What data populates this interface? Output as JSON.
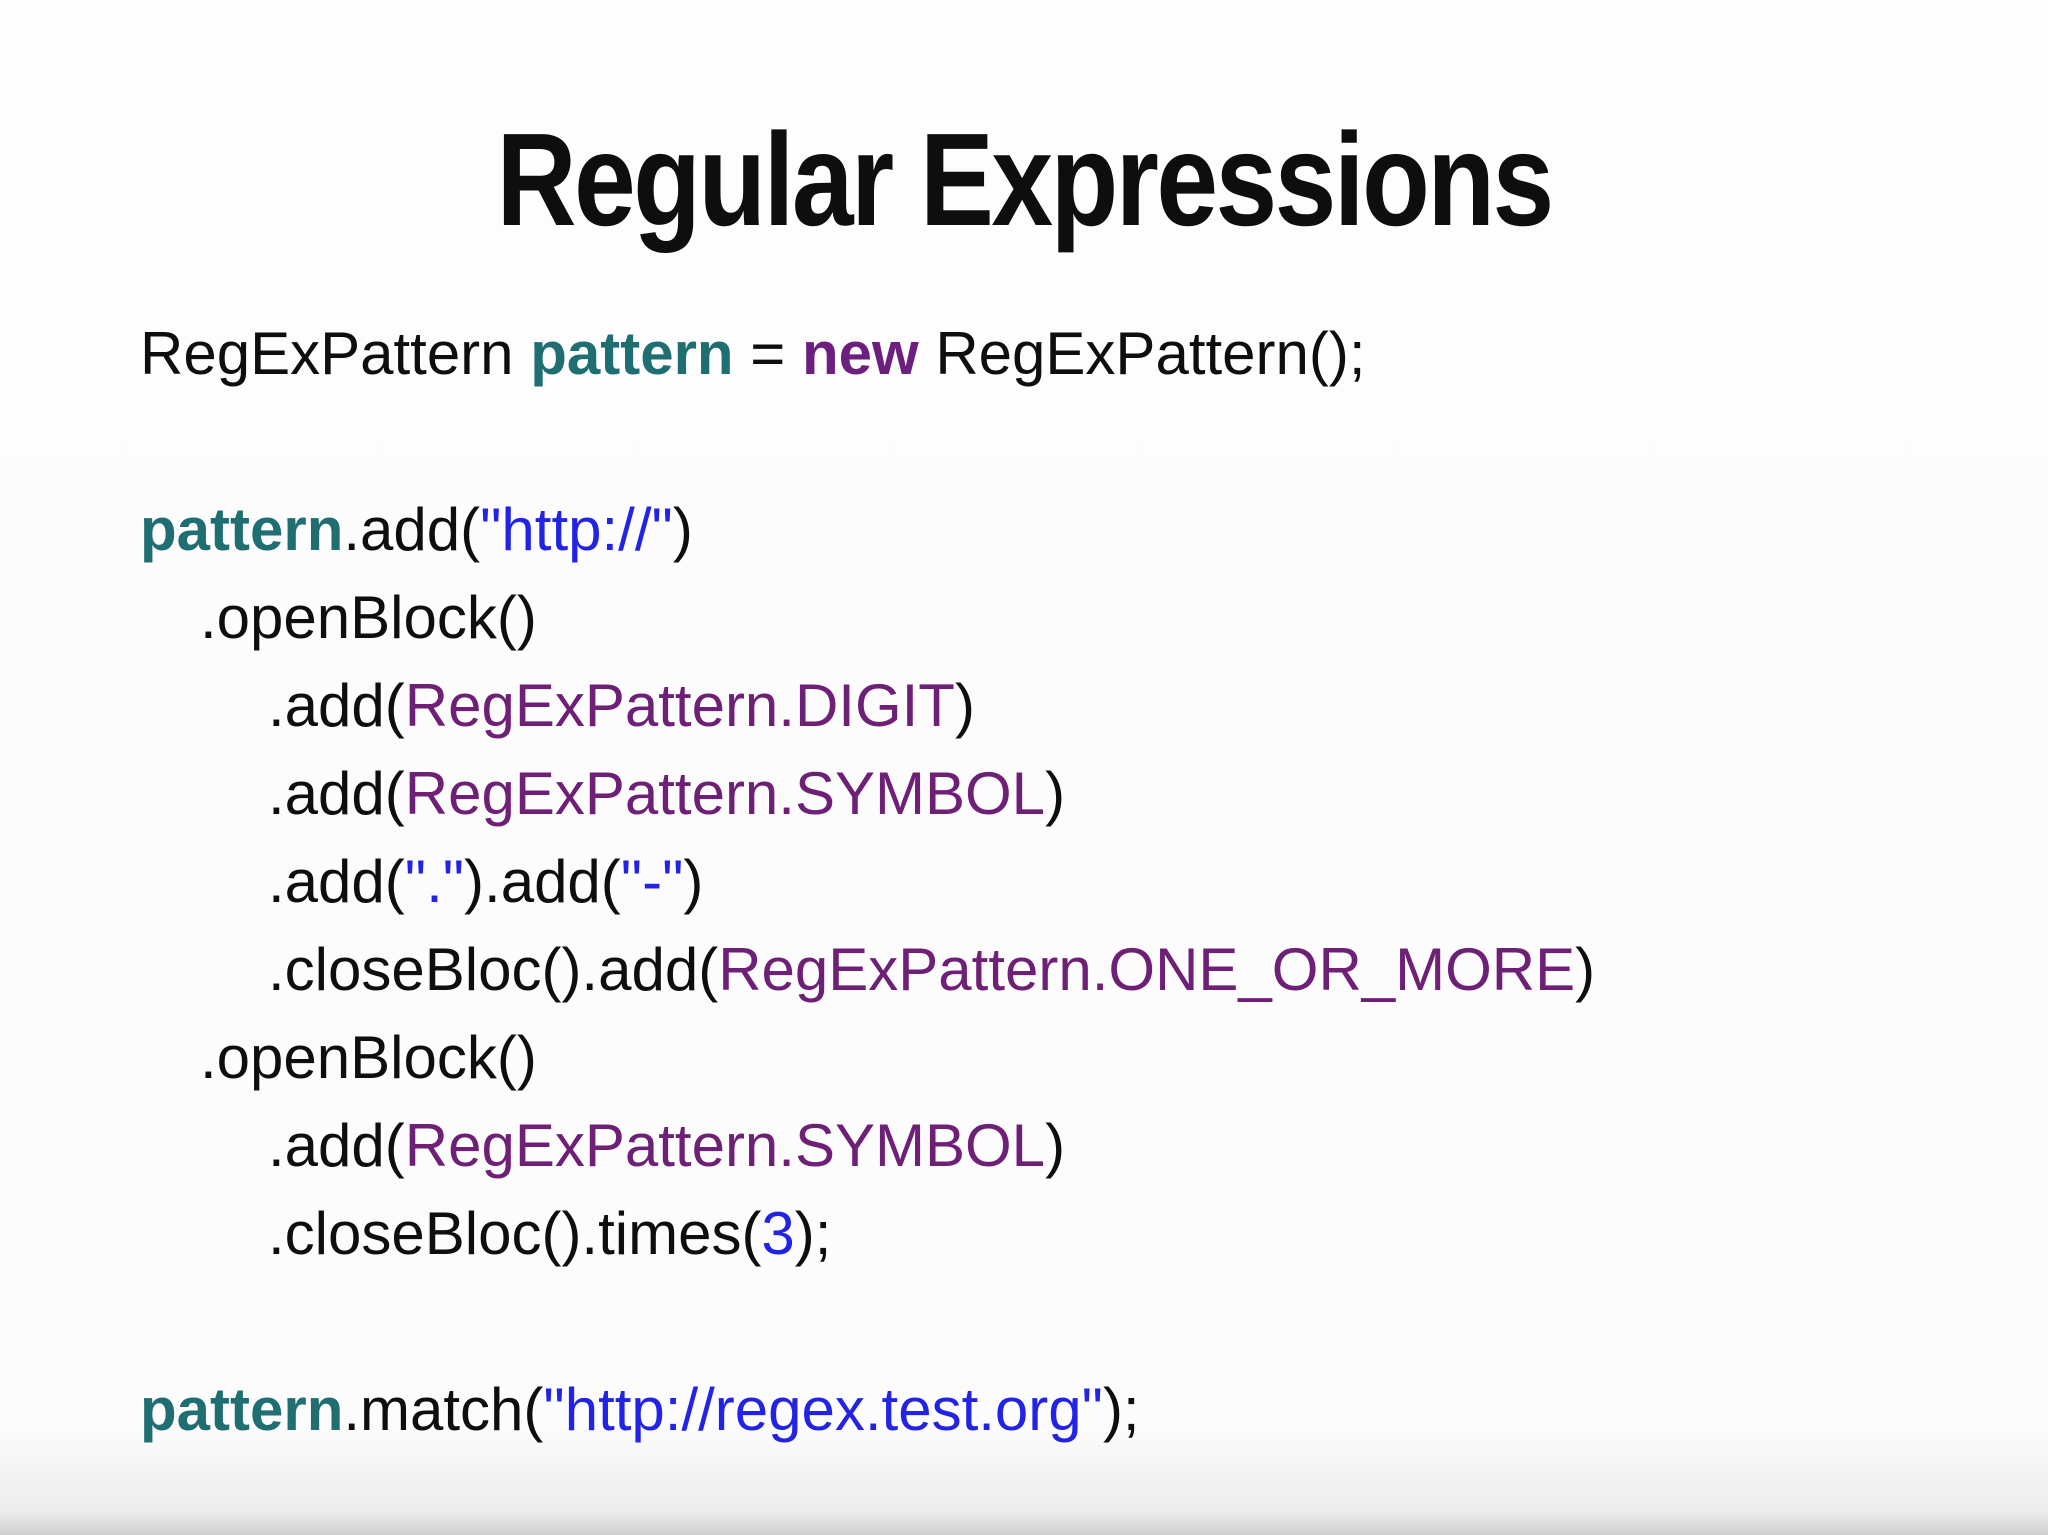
{
  "slide": {
    "title": "Regular Expressions",
    "colors": {
      "background": "#fdfdfd",
      "text": "#0e0e0e",
      "variable": "#1f6e72",
      "keyword": "#6c1f7e",
      "constant": "#6e2076",
      "string": "#2323e6",
      "number": "#2323e6"
    },
    "code_lines": [
      {
        "indent": 0,
        "segments": [
          {
            "text": "RegExPattern ",
            "type": "plain"
          },
          {
            "text": "pattern",
            "type": "variable"
          },
          {
            "text": " = ",
            "type": "plain"
          },
          {
            "text": "new",
            "type": "keyword"
          },
          {
            "text": " RegExPattern();",
            "type": "plain"
          }
        ]
      },
      {
        "indent": 0,
        "segments": []
      },
      {
        "indent": 0,
        "segments": [
          {
            "text": "pattern",
            "type": "variable"
          },
          {
            "text": ".add(",
            "type": "plain"
          },
          {
            "text": "\"http://\"",
            "type": "string"
          },
          {
            "text": ")",
            "type": "plain"
          }
        ]
      },
      {
        "indent": 1,
        "segments": [
          {
            "text": ".openBlock()",
            "type": "plain"
          }
        ]
      },
      {
        "indent": 2,
        "segments": [
          {
            "text": ".add(",
            "type": "plain"
          },
          {
            "text": "RegExPattern.DIGIT",
            "type": "constant"
          },
          {
            "text": ")",
            "type": "plain"
          }
        ]
      },
      {
        "indent": 2,
        "segments": [
          {
            "text": ".add(",
            "type": "plain"
          },
          {
            "text": "RegExPattern.SYMBOL",
            "type": "constant"
          },
          {
            "text": ")",
            "type": "plain"
          }
        ]
      },
      {
        "indent": 2,
        "segments": [
          {
            "text": ".add(",
            "type": "plain"
          },
          {
            "text": "\".\"",
            "type": "string"
          },
          {
            "text": ").add(",
            "type": "plain"
          },
          {
            "text": "\"-\"",
            "type": "string"
          },
          {
            "text": ")",
            "type": "plain"
          }
        ]
      },
      {
        "indent": 2,
        "segments": [
          {
            "text": ".closeBloc().add(",
            "type": "plain"
          },
          {
            "text": "RegExPattern.ONE_OR_MORE",
            "type": "constant"
          },
          {
            "text": ")",
            "type": "plain"
          }
        ]
      },
      {
        "indent": 1,
        "segments": [
          {
            "text": ".openBlock()",
            "type": "plain"
          }
        ]
      },
      {
        "indent": 2,
        "segments": [
          {
            "text": ".add(",
            "type": "plain"
          },
          {
            "text": "RegExPattern.SYMBOL",
            "type": "constant"
          },
          {
            "text": ")",
            "type": "plain"
          }
        ]
      },
      {
        "indent": 2,
        "segments": [
          {
            "text": ".closeBloc().times(",
            "type": "plain"
          },
          {
            "text": "3",
            "type": "number"
          },
          {
            "text": ");",
            "type": "plain"
          }
        ]
      },
      {
        "indent": 0,
        "segments": []
      },
      {
        "indent": 0,
        "segments": [
          {
            "text": "pattern",
            "type": "variable"
          },
          {
            "text": ".match(",
            "type": "plain"
          },
          {
            "text": "\"http://regex.test.org\"",
            "type": "string"
          },
          {
            "text": ");",
            "type": "plain"
          }
        ]
      }
    ]
  }
}
